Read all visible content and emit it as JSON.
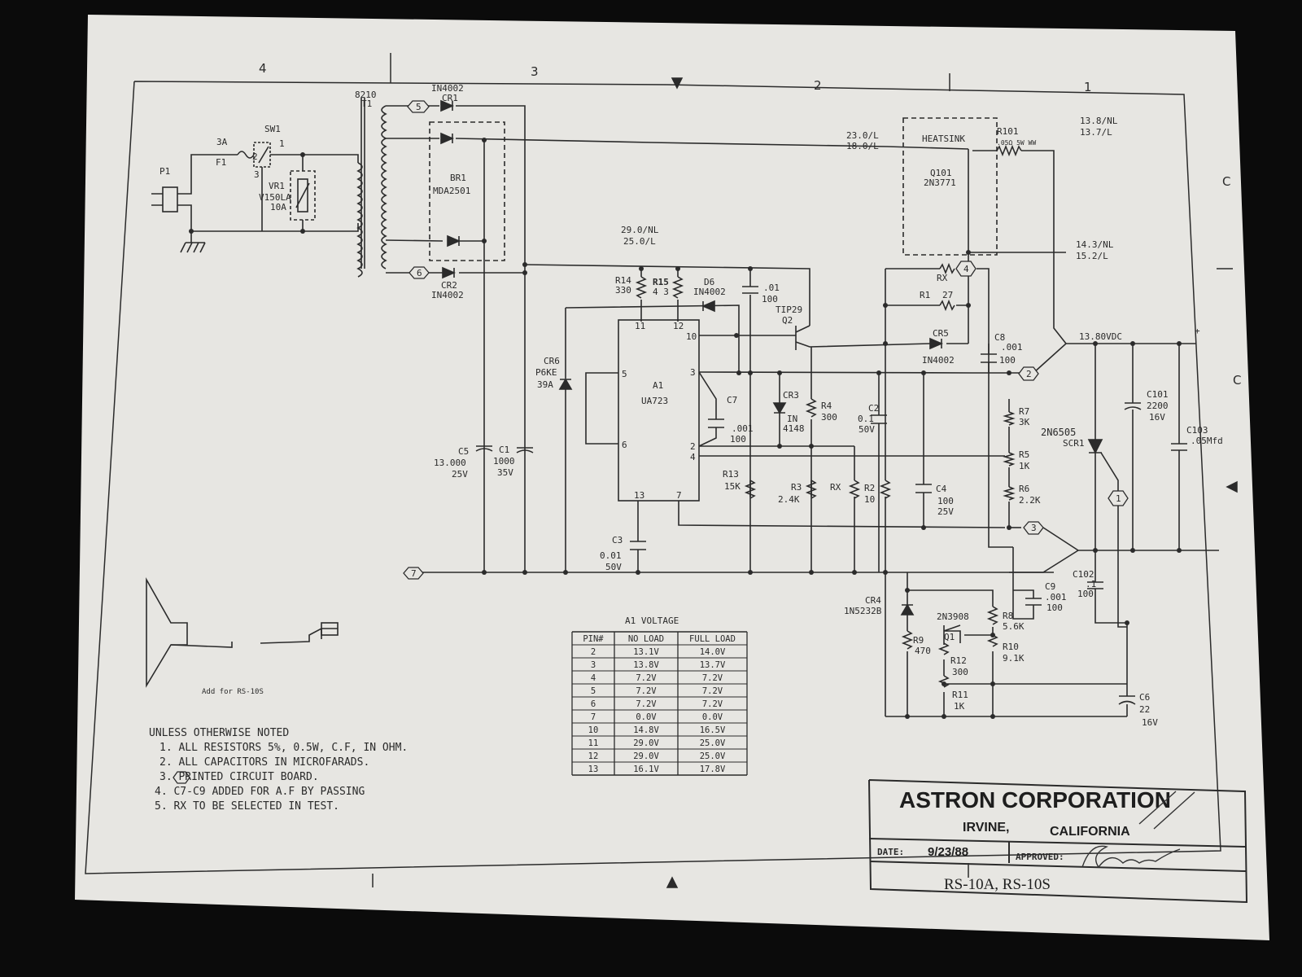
{
  "zones": {
    "top": [
      "4",
      "3",
      "2",
      "1"
    ],
    "right": [
      "C",
      "C"
    ]
  },
  "input": {
    "plug": "P1",
    "fuse_rating": "3A",
    "fuse": "F1",
    "switch": "SW1",
    "switch_pin1": "1",
    "switch_pin2": "2",
    "switch_pin3": "3",
    "varistor": "VR1",
    "varistor_value1": "V150LA",
    "varistor_value2": "10A",
    "transformer_num": "8210",
    "transformer": "T1"
  },
  "rectifier": {
    "cr1_type": "IN4002",
    "cr1": "CR1",
    "pcb5": "5",
    "bridge": "BR1",
    "bridge_type": "MDA2501",
    "cr2": "CR2",
    "cr2_type": "IN4002",
    "pcb6": "6",
    "pcb7": "7"
  },
  "filter": {
    "c5": "C5",
    "c5_val": "13.000",
    "c5_v": "25V",
    "c1": "C1",
    "c1_val": "1000",
    "c1_v": "35V"
  },
  "regulator": {
    "v29": "29.0/NL",
    "v25": "25.0/L",
    "r14": "R14",
    "r14_val": "330",
    "r15": "R15",
    "r15_val": "4 3",
    "d6": "D6",
    "d6_type": "IN4002",
    "c_01": ".01",
    "c_01v": "100",
    "q2_type": "TIP29",
    "q2": "Q2",
    "cr6": "CR6",
    "cr6_type": "P6KE",
    "cr6_v": "39A",
    "a1": "A1",
    "a1_type": "UA723",
    "pin11": "11",
    "pin12": "12",
    "pin10": "10",
    "pin5": "5",
    "pin3": "3",
    "pin6": "6",
    "pin2": "2",
    "pin4": "4",
    "pin13": "13",
    "pin7": "7",
    "c7": "C7",
    "c7_val": ".001",
    "c7_v": "100",
    "cr3": "CR3",
    "cr3_type1": "IN",
    "cr3_type2": "4148",
    "r4": "R4",
    "r4_val": "300",
    "c2": "C2",
    "c2_val": "0.1",
    "c2_v": "50V",
    "r13": "R13",
    "r13_val": "15K",
    "r3": "R3",
    "r3_val": "2.4K",
    "rx": "RX",
    "r2": "R2",
    "r2_val": "10",
    "c3": "C3",
    "c3_val": "0.01",
    "c3_v": "50V",
    "c4": "C4",
    "c4_val": "100",
    "c4_v": "25V"
  },
  "pass": {
    "v23": "23.0/L",
    "v18": "18.0/L",
    "heatsink": "HEATSINK",
    "q101": "Q101",
    "q101_type": "2N3771",
    "r101": "R101",
    "r101_val": ".05Ω 5W WW",
    "v138": "13.8/NL",
    "v137": "13.7/L",
    "v143": "14.3/NL",
    "v152": "15.2/L",
    "rx": "RX",
    "r1": "R1",
    "r1_val": "27",
    "cr5": "CR5",
    "cr5_type": "IN4002",
    "pcb4": "4",
    "c8": "C8",
    "c8_val": ".001",
    "c8_v": "100"
  },
  "output": {
    "vdc": "13.80VDC",
    "plus": "+",
    "pcb2": "2",
    "pcb3": "3",
    "pcb1": "1",
    "r7": "R7",
    "r7_val": "3K",
    "r5": "R5",
    "r5_val": "1K",
    "r6": "R6",
    "r6_val": "2.2K",
    "scr_type": "2N6505",
    "scr": "SCR1",
    "c101": "C101",
    "c101_val": "2200",
    "c101_v": "16V",
    "c103": "C103",
    "c103_val": ".05Mfd",
    "c102": "C102",
    "c102_val": ".1",
    "c102_v": "100",
    "c9": "C9",
    "c9_val": ".001",
    "c9_v": "100"
  },
  "crowbar": {
    "cr4": "CR4",
    "cr4_type": "1N5232B",
    "q1_type": "2N3908",
    "q1": "Q1",
    "r9": "R9",
    "r9_val": "470",
    "r8": "R8",
    "r8_val": "5.6K",
    "r10": "R10",
    "r10_val": "9.1K",
    "r12": "R12",
    "r12_val": "300",
    "r11": "R11",
    "r11_val": "1K",
    "c6": "C6",
    "c6_val": "22",
    "c6_v": "16V"
  },
  "speaker": {
    "note": "Add for RS-10S"
  },
  "notes": {
    "heading": "UNLESS OTHERWISE NOTED",
    "items": [
      "1. ALL RESISTORS 5%, 0.5W, C.F, IN OHM.",
      "2. ALL CAPACITORS IN MICROFARADS.",
      "3.   PRINTED CIRCUIT BOARD.",
      "4. C7-C9 ADDED FOR A.F BY PASSING",
      "5. RX TO BE SELECTED IN TEST."
    ]
  },
  "voltage_table": {
    "title": "A1 VOLTAGE",
    "headers": [
      "PIN#",
      "NO LOAD",
      "FULL LOAD"
    ],
    "rows": [
      [
        "2",
        "13.1V",
        "14.0V"
      ],
      [
        "3",
        "13.8V",
        "13.7V"
      ],
      [
        "4",
        "7.2V",
        "7.2V"
      ],
      [
        "5",
        "7.2V",
        "7.2V"
      ],
      [
        "6",
        "7.2V",
        "7.2V"
      ],
      [
        "7",
        "0.0V",
        "0.0V"
      ],
      [
        "10",
        "14.8V",
        "16.5V"
      ],
      [
        "11",
        "29.0V",
        "25.0V"
      ],
      [
        "12",
        "29.0V",
        "25.0V"
      ],
      [
        "13",
        "16.1V",
        "17.8V"
      ]
    ]
  },
  "title_block": {
    "company": "ASTRON CORPORATION",
    "city": "IRVINE,",
    "state": "CALIFORNIA",
    "date_label": "DATE:",
    "date": "9/23/88",
    "approved_label": "APPROVED:",
    "model": "RS-10A,  RS-10S"
  }
}
